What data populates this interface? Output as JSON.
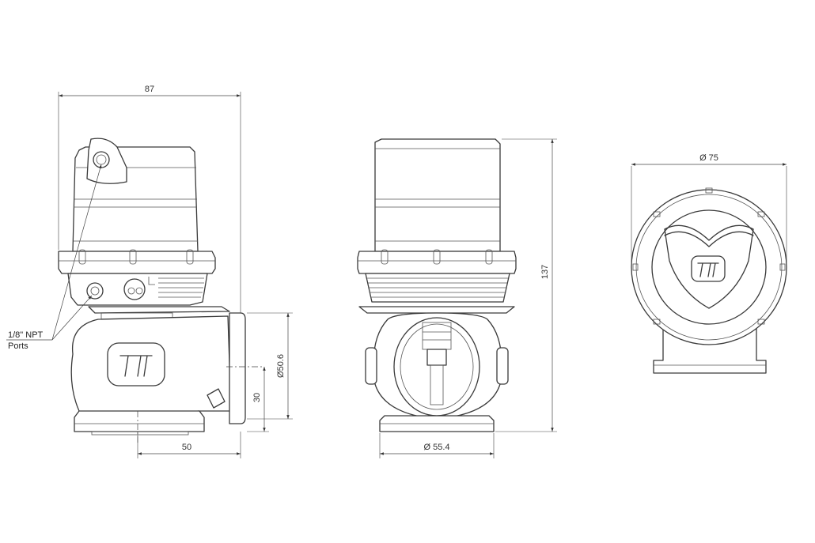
{
  "dimensions": {
    "overall_width": "87",
    "height": "137",
    "diameter_top": "Ø 75",
    "diameter_outlet": "Ø 55.4",
    "diameter_inlet": "Ø50.6",
    "inlet_height": "30",
    "inlet_offset": "50"
  },
  "notes": {
    "ports_line1": "1/8\" NPT",
    "ports_line2": "Ports"
  }
}
